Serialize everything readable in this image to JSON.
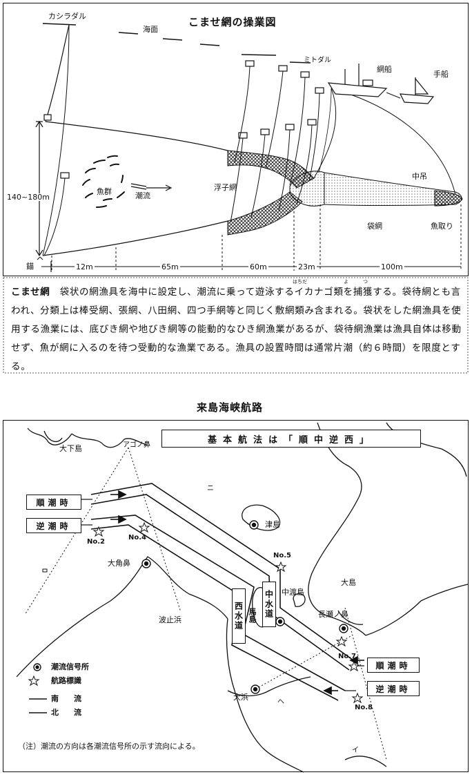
{
  "top_diagram": {
    "title": "こませ網の操業図",
    "labels": {
      "kashira": "カシラダル",
      "kaimen": "海面",
      "mitodaru": "ミトダル",
      "amibune": "網船",
      "tebune": "手船",
      "gyogun": "魚群",
      "choryu": "潮流",
      "ukiami": "浮子網",
      "nakazuri": "中吊",
      "fukuroami": "袋網",
      "uotori": "魚取り",
      "depth": "140~180m",
      "ikari": "錨"
    },
    "dimensions": [
      "12m",
      "65m",
      "60m",
      "23m",
      "100m"
    ]
  },
  "description": {
    "term": "こませ網",
    "body": "袋状の網漁具を海中に設定し、潮流に乗って遊泳するイカナゴ類を捕獲する。袋待網とも言われ、分類上は棒受網、張網、八田網、四つ手網等と同じく敷網類み含まれる。袋状をした網漁具を使用する漁業には、底びき網や地びき網等の能動的なひき網漁業があるが、袋待網漁業は漁具自体は移動せず、魚が網に入るのを待つ受動的な漁業である。漁具の設置時間は通常片潮（約６時間）を限度とする。",
    "ruby_hatta": "はちだ",
    "ruby_yotsu": "よ",
    "ruby_te": "つ"
  },
  "map": {
    "title": "来島海峡航路",
    "headline": "基本航法は「順中逆西」",
    "places": {
      "oshimo": "大下島",
      "agono": "アゴノ鼻",
      "tsushima": "津島",
      "okaku": "大角鼻",
      "hashihama": "波止浜",
      "nakatoshima": "中渡島",
      "umashima": "馬島",
      "oshima": "大島",
      "nagase": "長瀬ノ鼻",
      "ohama": "大浜"
    },
    "region_marks": {
      "ni": "ニ",
      "ro": "ロ",
      "he": "ヘ",
      "i": "イ"
    },
    "flow_boxes": {
      "jun_left": "順潮時",
      "gyaku_left": "逆潮時",
      "jun_right": "順潮時",
      "gyaku_right": "逆潮時"
    },
    "channels": {
      "west": "西水道",
      "middle": "中水道"
    },
    "buoys": [
      "No.2",
      "No.4",
      "No.5",
      "No.7",
      "No.8"
    ],
    "legend": {
      "signal": "潮流信号所",
      "beacon": "航路標識",
      "south": "南　　流",
      "north": "北　　流"
    },
    "note": "（注）潮流の方向は各潮流信号所の示す流向による。"
  }
}
